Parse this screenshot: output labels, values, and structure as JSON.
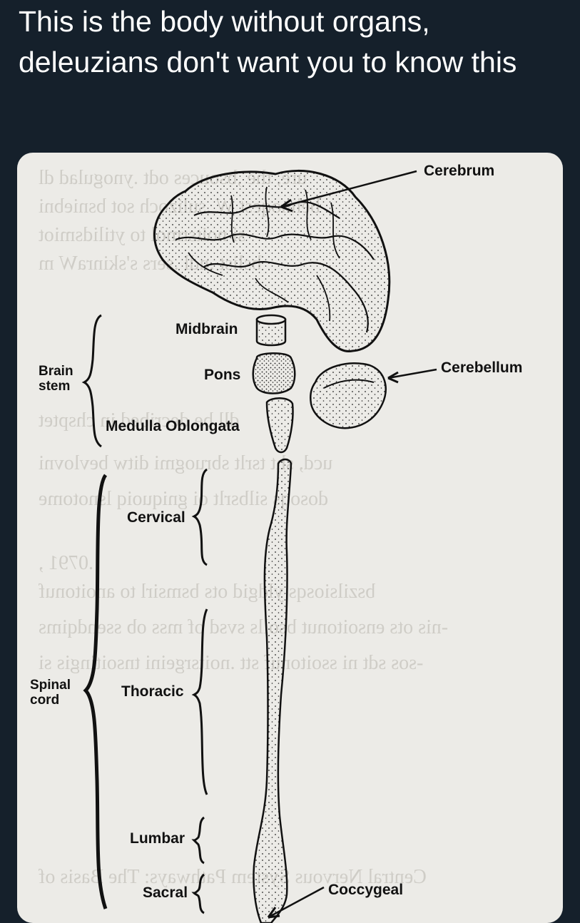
{
  "post": {
    "text": "This is the body without organs, deleuzians don't want you to know this"
  },
  "figure": {
    "labels": {
      "cerebrum": "Cerebrum",
      "midbrain": "Midbrain",
      "pons": "Pons",
      "cerebellum": "Cerebellum",
      "brain_stem": "Brain\nstem",
      "medulla": "Medulla Oblongata",
      "cervical": "Cervical",
      "spinal_cord": "Spinal\ncord",
      "thoracic": "Thoracic",
      "lumbar": "Lumbar",
      "sacral": "Sacral",
      "coccygeal": "Coccygeal"
    }
  },
  "colors": {
    "background": "#15202b",
    "paper": "#ecebe7",
    "ink": "#111111"
  }
}
